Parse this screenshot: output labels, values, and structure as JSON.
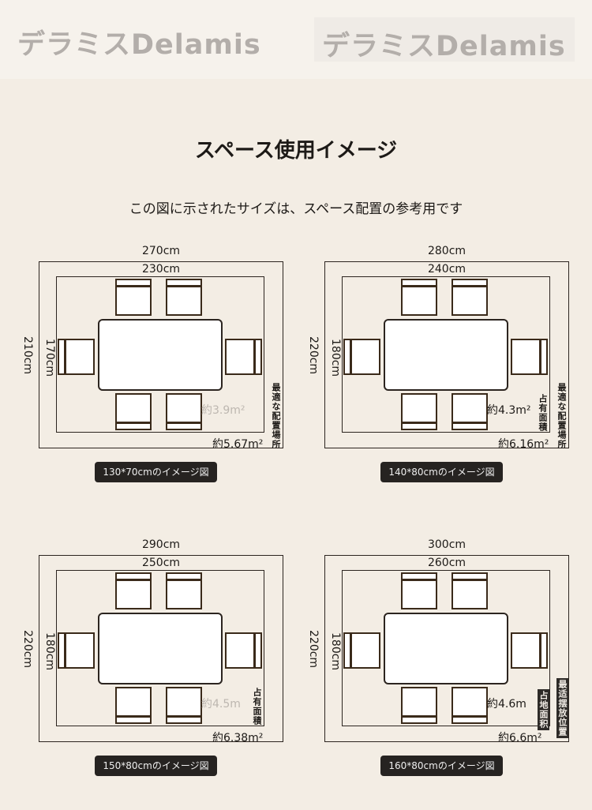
{
  "header": {
    "watermark_left": "デラミスDelamis",
    "watermark_right": "デラミスDelamis"
  },
  "title": "スペース使用イメージ",
  "subtitle": "この図に示されたサイズは、スペース配置の参考用です",
  "panels": [
    {
      "outer_width": "270cm",
      "inner_width": "230cm",
      "outer_height": "210cm",
      "inner_height": "170cm",
      "occupied_area": "約3.9m²",
      "total_area": "約5.67m²",
      "area_tag": "",
      "place_tag": "最適な配置場所",
      "caption": "130*70cmのイメージ図",
      "occupied_faint": true,
      "tag_style": "plain"
    },
    {
      "outer_width": "280cm",
      "inner_width": "240cm",
      "outer_height": "220cm",
      "inner_height": "180cm",
      "occupied_area": "約4.3m²",
      "total_area": "約6.16m²",
      "area_tag": "占有面積",
      "place_tag": "最適な配置場所",
      "caption": "140*80cmのイメージ図",
      "occupied_faint": false,
      "tag_style": "plain"
    },
    {
      "outer_width": "290cm",
      "inner_width": "250cm",
      "outer_height": "220cm",
      "inner_height": "180cm",
      "occupied_area": "約4.5m",
      "total_area": "約6.38m²",
      "area_tag": "占有面積",
      "place_tag": "",
      "caption": "150*80cmのイメージ図",
      "occupied_faint": true,
      "tag_style": "plain"
    },
    {
      "outer_width": "300cm",
      "inner_width": "260cm",
      "outer_height": "220cm",
      "inner_height": "180cm",
      "occupied_area": "約4.6m",
      "total_area": "約6.6m²",
      "area_tag": "占地面积",
      "place_tag": "最适摆放位置",
      "caption": "160*80cmのイメージ図",
      "occupied_faint": false,
      "tag_style": "dark"
    }
  ]
}
